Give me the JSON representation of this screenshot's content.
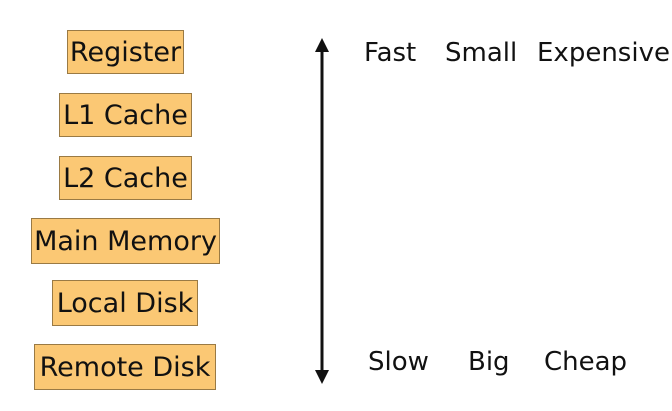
{
  "levels": [
    {
      "label": "Register"
    },
    {
      "label": "L1 Cache"
    },
    {
      "label": "L2 Cache"
    },
    {
      "label": "Main Memory"
    },
    {
      "label": "Local Disk"
    },
    {
      "label": "Remote Disk"
    }
  ],
  "top_attributes": [
    "Fast",
    "Small",
    "Expensive"
  ],
  "bottom_attributes": [
    "Slow",
    "Big",
    "Cheap"
  ],
  "colors": {
    "box_fill": "#fbc874",
    "box_border": "#9a7a44",
    "arrow": "#111111"
  },
  "icons": {
    "arrow": "double-headed-vertical-arrow-icon"
  }
}
